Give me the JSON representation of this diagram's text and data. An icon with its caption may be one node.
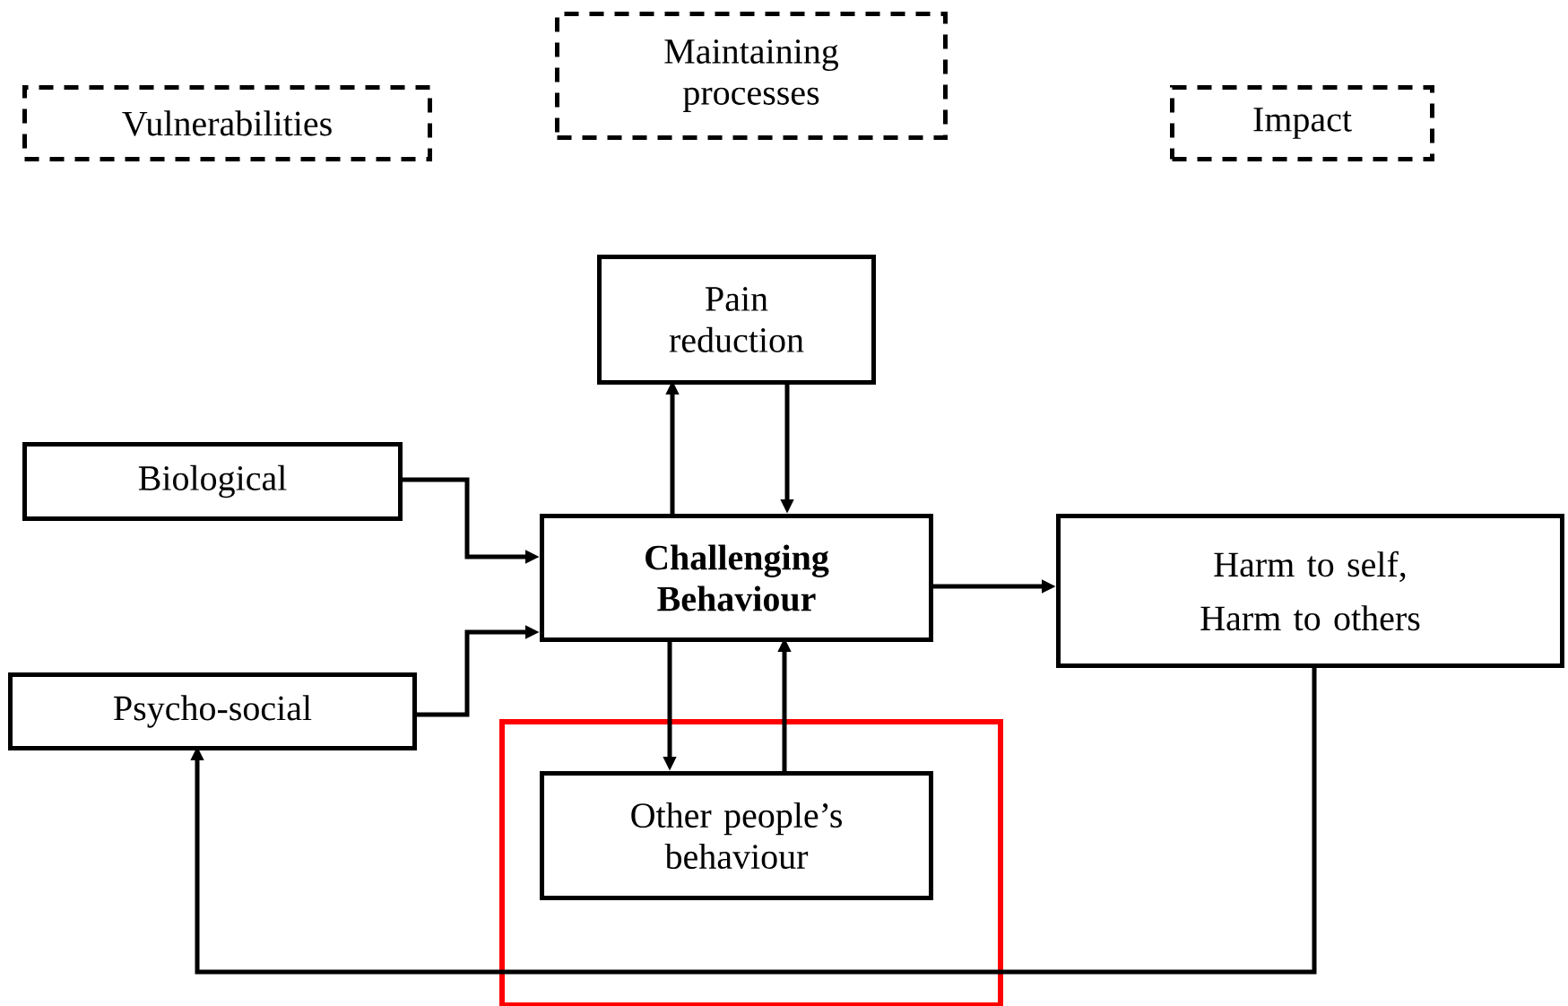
{
  "diagram": {
    "nodes": [
      {
        "text": [
          "Vulnerabilities"
        ]
      },
      {
        "text": [
          "Maintaining processes"
        ]
      },
      {
        "text": [
          "Impact"
        ]
      },
      {
        "text": [
          "Pain reduction"
        ]
      },
      {
        "text": [
          "Biological"
        ]
      },
      {
        "text": [
          "Challenging Behaviour"
        ]
      },
      {
        "text": [
          "Harm to self,",
          "Harm to others"
        ]
      },
      {
        "text": [
          "Psycho-social"
        ]
      },
      {
        "text": [],
        "shape": "box"
      },
      {
        "text": [
          "Other people’s behaviour"
        ],
        "in": 8
      }
    ],
    "edges": [
      {
        "from": 4,
        "to": 5,
        "arrow": "to"
      },
      {
        "from": 7,
        "to": 5,
        "arrow": "to"
      },
      {
        "from": 5,
        "to": 3,
        "arrow": "to"
      },
      {
        "from": 3,
        "to": 5,
        "arrow": "to"
      },
      {
        "from": 5,
        "to": 9,
        "arrow": "to"
      },
      {
        "from": 9,
        "to": 5,
        "arrow": "to"
      },
      {
        "from": 5,
        "to": 6,
        "arrow": "to"
      },
      {
        "from": 6,
        "to": 7,
        "arrow": "to"
      }
    ]
  }
}
